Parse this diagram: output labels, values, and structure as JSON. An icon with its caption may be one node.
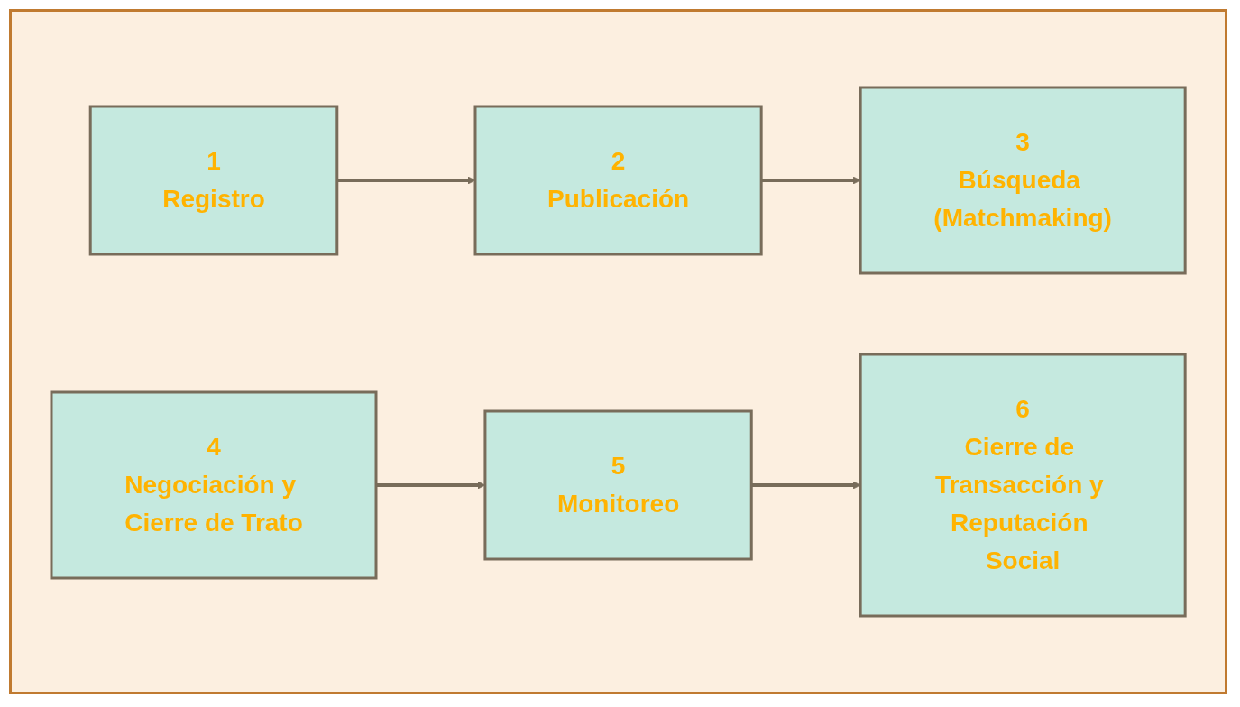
{
  "diagram": {
    "nodes": [
      {
        "text": [
          "1",
          "Registro"
        ]
      },
      {
        "text": [
          "2",
          "Publicación"
        ]
      },
      {
        "text": [
          "3",
          "Búsqueda (Matchmaking)"
        ]
      },
      {
        "text": [
          "4",
          "Negociación y Cierre de Trato"
        ]
      },
      {
        "text": [
          "5",
          "Monitoreo"
        ]
      },
      {
        "text": [
          "6",
          "Cierre de Transacción y Reputación Social"
        ]
      }
    ],
    "edges": [
      {
        "from": 0,
        "to": 1,
        "arrow": "to"
      },
      {
        "from": 1,
        "to": 2,
        "arrow": "to"
      },
      {
        "from": 3,
        "to": 4,
        "arrow": "to"
      },
      {
        "from": 4,
        "to": 5,
        "arrow": "to"
      }
    ]
  }
}
